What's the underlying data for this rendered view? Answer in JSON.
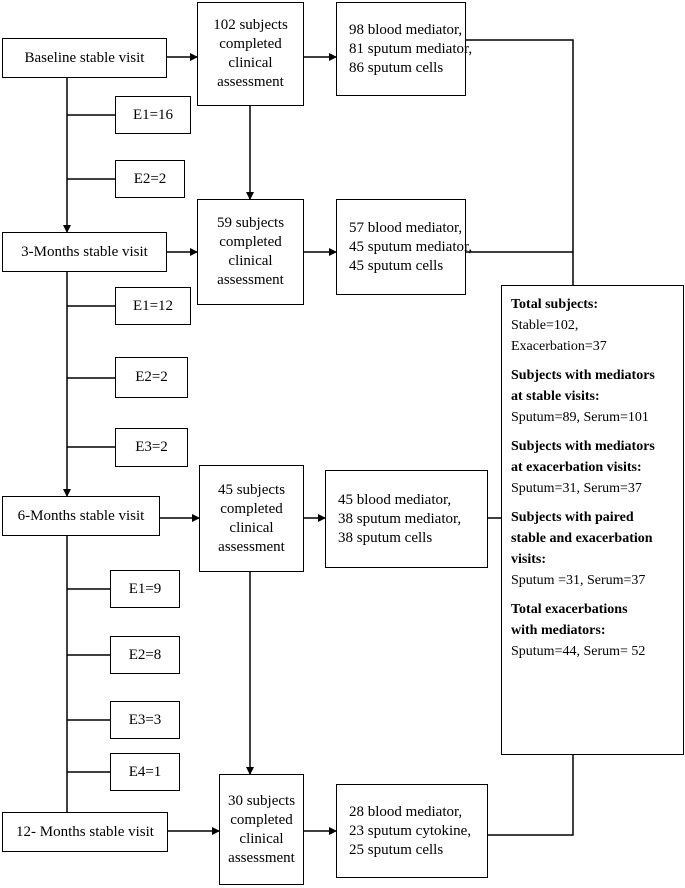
{
  "visits": [
    {
      "label": "Baseline stable visit",
      "clinical": [
        "102 subjects",
        "completed",
        "clinical",
        "assessment"
      ],
      "samples": [
        "98 blood mediator,",
        "81 sputum mediator,",
        "86 sputum cells"
      ]
    },
    {
      "label": "3-Months stable visit",
      "clinical": [
        "59 subjects",
        "completed",
        "clinical",
        "assessment"
      ],
      "samples": [
        "57 blood mediator,",
        "45 sputum mediator,",
        "45 sputum cells"
      ]
    },
    {
      "label": "6-Months stable visit",
      "clinical": [
        "45 subjects",
        "completed",
        "clinical",
        "assessment"
      ],
      "samples": [
        "45 blood mediator,",
        "38 sputum mediator,",
        "38 sputum cells"
      ]
    },
    {
      "label": "12- Months stable visit",
      "clinical": [
        "30 subjects",
        "completed",
        "clinical",
        "assessment"
      ],
      "samples": [
        "28 blood mediator,",
        "23 sputum cytokine,",
        "25 sputum cells"
      ]
    }
  ],
  "exacerbations": [
    [
      "E1=16",
      "E2=2"
    ],
    [
      "E1=12",
      "E2=2",
      "E3=2"
    ],
    [
      "E1=9",
      "E2=8",
      "E3=3",
      "E4=1"
    ]
  ],
  "summary": [
    {
      "heading": [
        "Total subjects:"
      ],
      "values": [
        "Stable=102,",
        "Exacerbation=37"
      ]
    },
    {
      "heading": [
        "Subjects with mediators",
        "at stable visits:"
      ],
      "values": [
        "Sputum=89, Serum=101"
      ]
    },
    {
      "heading": [
        "Subjects with mediators",
        "at exacerbation visits:"
      ],
      "values": [
        "Sputum=31, Serum=37"
      ]
    },
    {
      "heading": [
        "Subjects with paired",
        "stable and exacerbation",
        "visits:"
      ],
      "values": [
        "Sputum =31, Serum=37"
      ]
    },
    {
      "heading": [
        "Total exacerbations",
        "with mediators:"
      ],
      "values": [
        "Sputum=44, Serum= 52"
      ]
    }
  ]
}
